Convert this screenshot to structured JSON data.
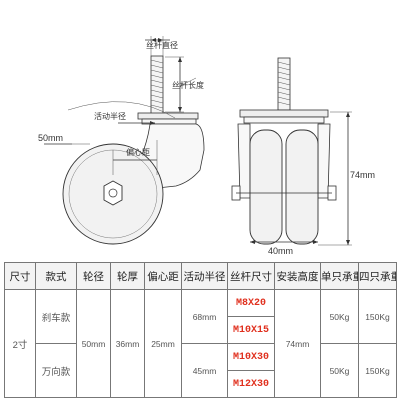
{
  "diagram": {
    "labels": {
      "screw_diameter": "丝杆直径",
      "screw_length": "丝杆长度",
      "swivel_radius": "活动半径",
      "eccentric": "偏心距",
      "wheel_dim": "50mm",
      "height_dim": "74mm",
      "width_dim": "40mm"
    }
  },
  "table": {
    "headers": [
      "尺寸",
      "款式",
      "轮径",
      "轮厚",
      "偏心距",
      "活动半径",
      "丝杆尺寸",
      "安装高度",
      "单只承重",
      "四只承重"
    ],
    "size": "2寸",
    "types": [
      "刹车款",
      "万向款"
    ],
    "wheel_diameter": "50mm",
    "wheel_thickness": "36mm",
    "eccentric": "25mm",
    "radii": [
      "68mm",
      "45mm"
    ],
    "threads": [
      "M8X20",
      "M10X15",
      "M10X30",
      "M12X30"
    ],
    "install_height": "74mm",
    "single_loads": [
      "50Kg",
      "50Kg"
    ],
    "four_loads": [
      "150Kg",
      "150Kg"
    ]
  }
}
